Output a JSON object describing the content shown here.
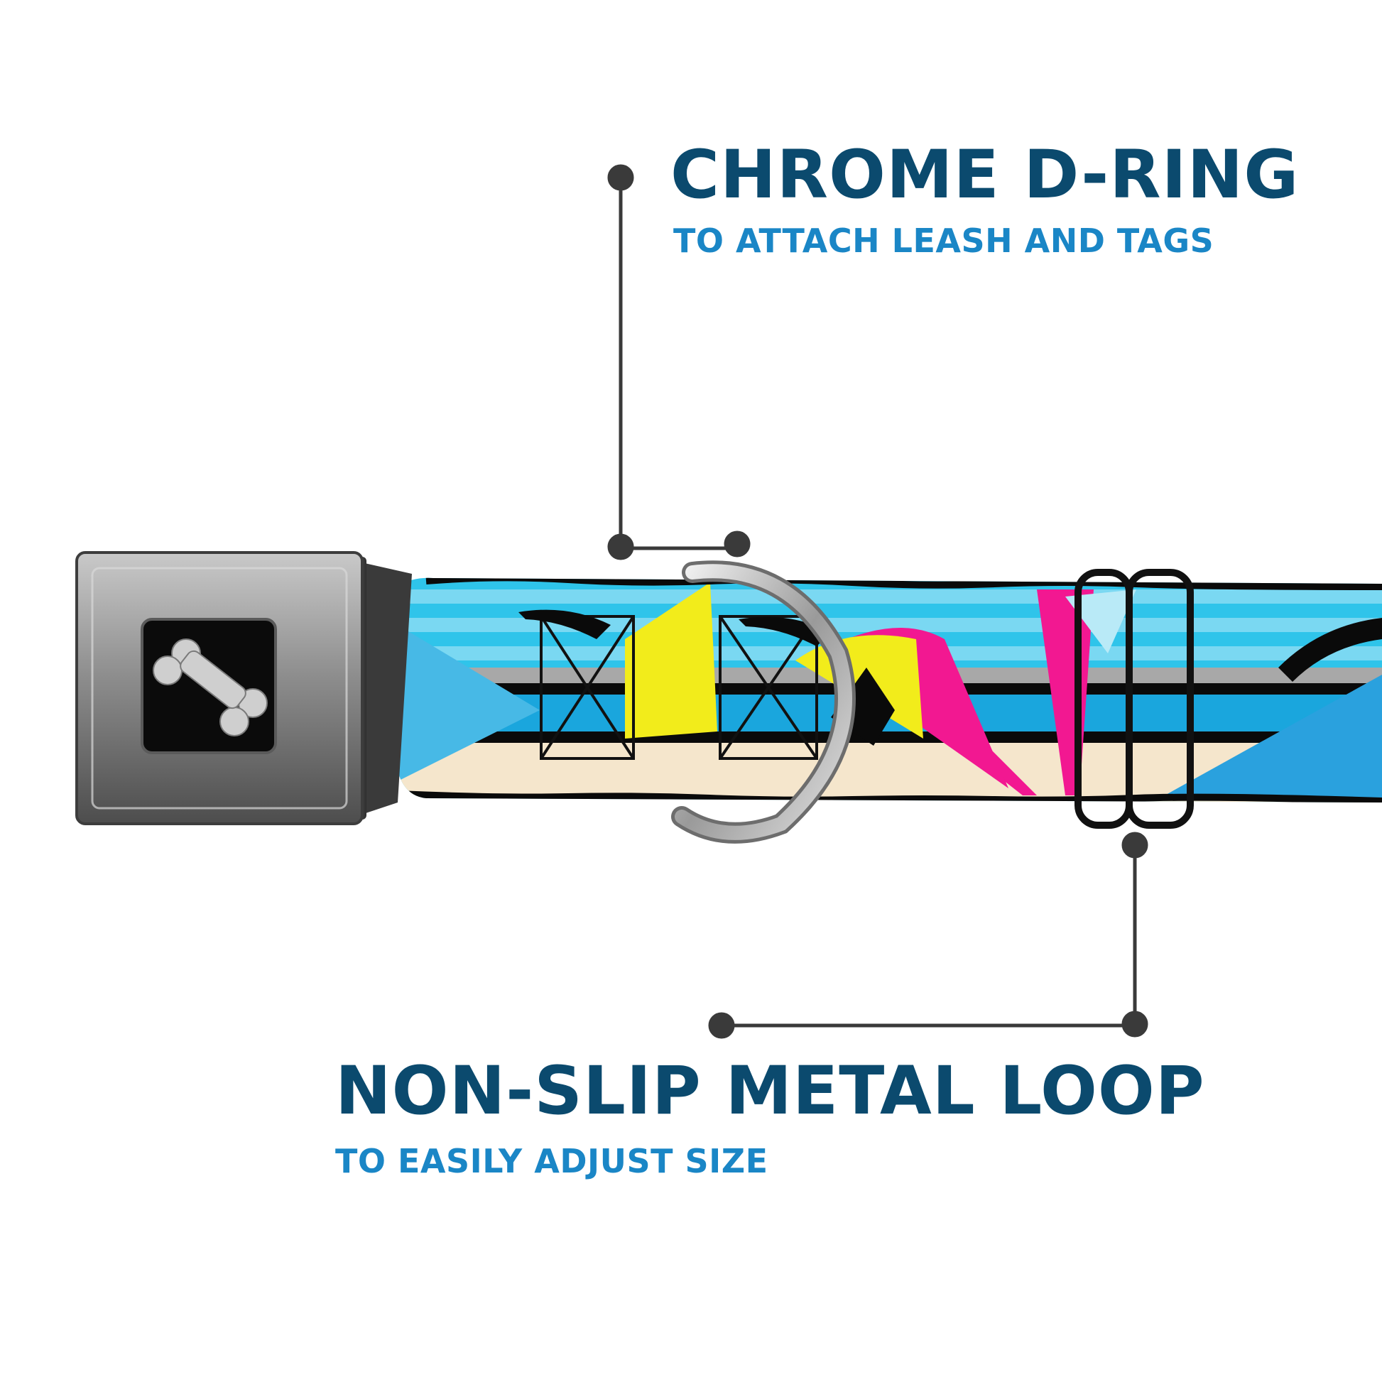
{
  "callouts": {
    "dring": {
      "title": "CHROME D-RING",
      "subtitle": "TO ATTACH LEASH AND TAGS"
    },
    "loop": {
      "title": "NON-SLIP METAL LOOP",
      "subtitle": "TO EASILY ADJUST SIZE"
    }
  },
  "icons": {
    "buckle_logo": "bone-icon"
  },
  "colors": {
    "title": "#0b4a6e",
    "subtitle": "#1a86c6",
    "leader_line": "#3a3a3a",
    "pattern_sky": "#2fc4ea",
    "pattern_sand": "#f5e6cc",
    "pattern_yellow": "#f2ec1b",
    "pattern_pink": "#f21891"
  }
}
